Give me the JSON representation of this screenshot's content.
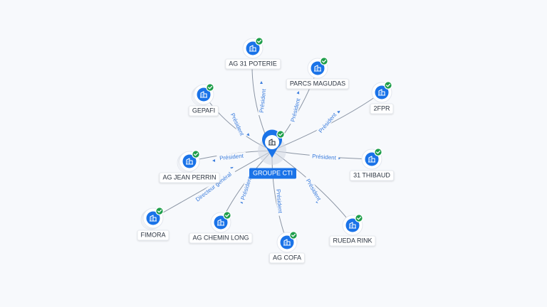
{
  "center": {
    "label": "GROUPE CTI",
    "icon": "building-icon",
    "verified": true
  },
  "nodes": [
    {
      "id": "ag31",
      "label": "AG 31 POTERIE",
      "icon": "building-icon",
      "verified": true,
      "stacked": false
    },
    {
      "id": "parcs",
      "label": "PARCS MAGUDAS",
      "icon": "building-icon",
      "verified": true,
      "stacked": false
    },
    {
      "id": "gepafi",
      "label": "GEPAFI",
      "icon": "building-icon",
      "verified": true,
      "stacked": true
    },
    {
      "id": "2fpr",
      "label": "2FPR",
      "icon": "building-icon",
      "verified": true,
      "stacked": false
    },
    {
      "id": "agjean",
      "label": "AG JEAN PERRIN",
      "icon": "building-icon",
      "verified": true,
      "stacked": true
    },
    {
      "id": "31thibaud",
      "label": "31 THIBAUD",
      "icon": "building-icon",
      "verified": true,
      "stacked": false
    },
    {
      "id": "fimora",
      "label": "FIMORA",
      "icon": "building-icon",
      "verified": true,
      "stacked": true
    },
    {
      "id": "agchemin",
      "label": "AG CHEMIN LONG",
      "icon": "building-icon",
      "verified": true,
      "stacked": false
    },
    {
      "id": "agcofa",
      "label": "AG COFA",
      "icon": "building-icon",
      "verified": true,
      "stacked": false
    },
    {
      "id": "rueda",
      "label": "RUEDA RINK",
      "icon": "building-icon",
      "verified": true,
      "stacked": false
    }
  ],
  "edges": [
    {
      "target": "ag31",
      "label": "Président"
    },
    {
      "target": "parcs",
      "label": "Président"
    },
    {
      "target": "gepafi",
      "label": "Président"
    },
    {
      "target": "2fpr",
      "label": "Président"
    },
    {
      "target": "agjean",
      "label": "Président"
    },
    {
      "target": "31thibaud",
      "label": "Président"
    },
    {
      "target": "fimora",
      "label": "Directeur général"
    },
    {
      "target": "agchemin",
      "label": "Président"
    },
    {
      "target": "agcofa",
      "label": "Président"
    },
    {
      "target": "rueda",
      "label": "Président"
    }
  ],
  "colors": {
    "accent": "#1a73e8",
    "verified": "#1e9e4a",
    "edge": "#8b95a4",
    "edge_label": "#3b7ddd",
    "background": "#f7f9fc"
  }
}
